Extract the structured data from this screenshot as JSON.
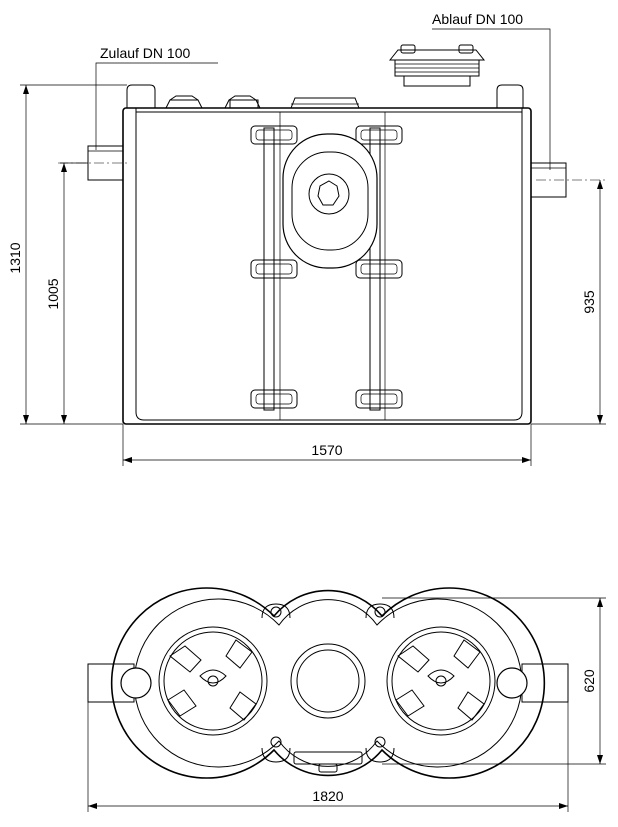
{
  "side_view": {
    "inlet_label": "Zulauf DN 100",
    "outlet_label": "Ablauf DN 100",
    "dim_total_height": "1310",
    "dim_inlet_height": "1005",
    "dim_outlet_height": "935",
    "dim_length": "1570"
  },
  "top_view": {
    "dim_width": "620",
    "dim_total_length": "1820"
  },
  "icons": [
    "inlet-pipe",
    "outlet-pipe",
    "manhole-cover",
    "pump-impeller",
    "central-opening",
    "lifting-lug",
    "reinforcement-rib"
  ]
}
